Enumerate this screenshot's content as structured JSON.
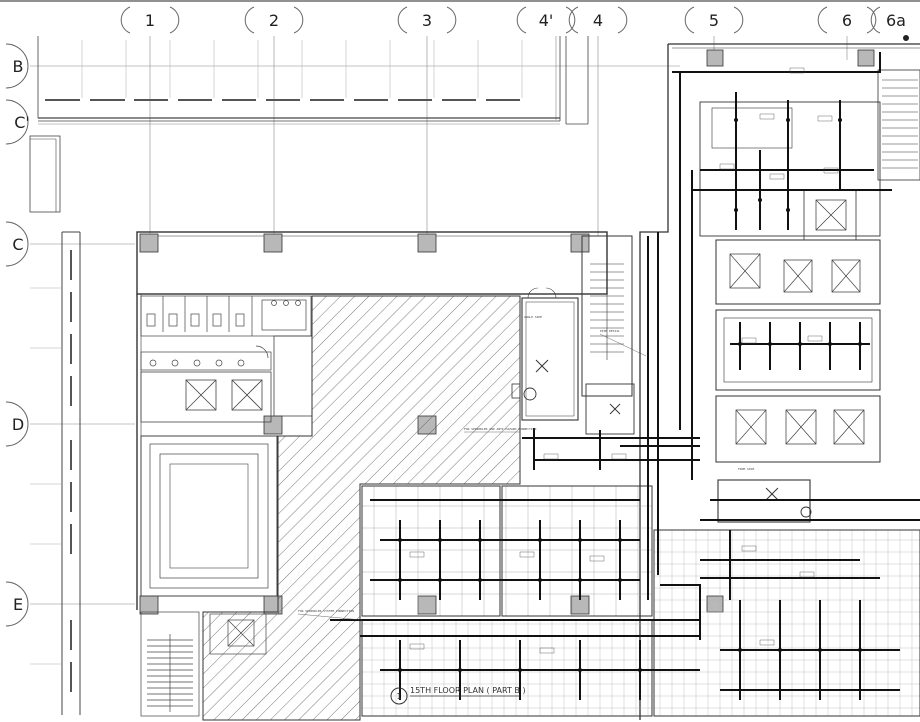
{
  "drawing": {
    "column_grid": [
      "1",
      "2",
      "3",
      "4'",
      "4",
      "5",
      "6",
      "6a"
    ],
    "row_grid": [
      "B",
      "C'",
      "C",
      "D",
      "E"
    ],
    "plan_title": "15TH FLOOR PLAN ( PART B )",
    "plan_title_ref": "1",
    "colors": {
      "line": "#222222",
      "hatch": "#555555",
      "column_fill": "#b8b8b8",
      "background": "#ffffff"
    },
    "notes": [
      "FOR SPRINKLER AND ANTI-HAZARD CONNECTION",
      "FOR SPRINKLER SYSTEM CONNECTION",
      "ANGLE SIDE",
      "PIPE DETAIL",
      "FROM SIDE"
    ]
  }
}
